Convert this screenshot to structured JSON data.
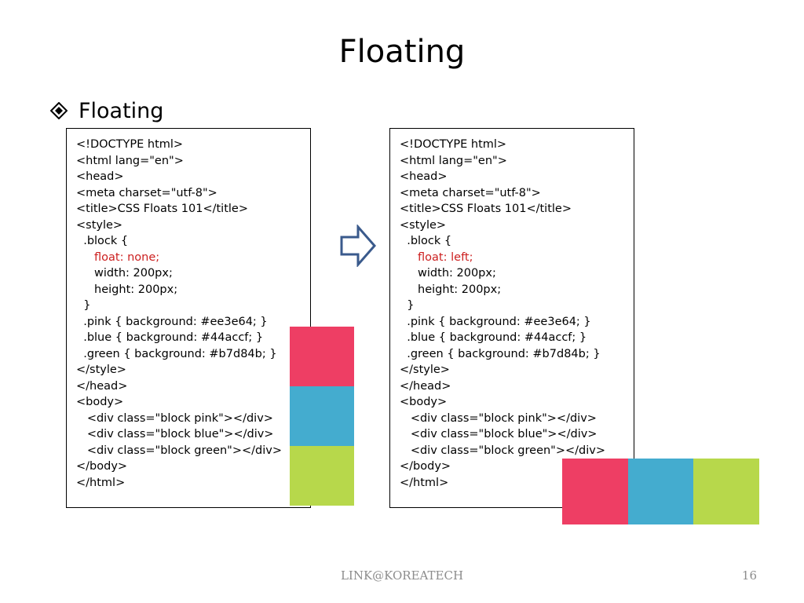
{
  "title": "Floating",
  "bullet": {
    "icon": "diamond-bullet-icon",
    "text": "Floating"
  },
  "left_code": [
    "<!DOCTYPE html>",
    "<html lang=\"en\">",
    "<head>",
    "<meta charset=\"utf-8\">",
    "<title>CSS Floats 101</title>",
    "<style>",
    "  .block {",
    "     float: none;",
    "     width: 200px;",
    "     height: 200px;",
    "  }",
    "  .pink { background: #ee3e64; }",
    "  .blue { background: #44accf; }",
    "  .green { background: #b7d84b; }",
    "</style>",
    "</head>",
    "<body>",
    "   <div class=\"block pink\"></div>",
    "   <div class=\"block blue\"></div>",
    "   <div class=\"block green\"></div>",
    "</body>",
    "</html>"
  ],
  "right_code": [
    "<!DOCTYPE html>",
    "<html lang=\"en\">",
    "<head>",
    "<meta charset=\"utf-8\">",
    "<title>CSS Floats 101</title>",
    "<style>",
    "  .block {",
    "     float: left;",
    "     width: 200px;",
    "     height: 200px;",
    "  }",
    "  .pink { background: #ee3e64; }",
    "  .blue { background: #44accf; }",
    "  .green { background: #b7d84b; }",
    "</style>",
    "</head>",
    "<body>",
    "   <div class=\"block pink\"></div>",
    "   <div class=\"block blue\"></div>",
    "   <div class=\"block green\"></div>",
    "</body>",
    "</html>"
  ],
  "highlight_line_index": 7,
  "colors": {
    "pink": "#ee3e64",
    "blue": "#44accf",
    "green": "#b7d84b",
    "highlight_text": "#cc1f1f",
    "arrow_stroke": "#3a5a8c"
  },
  "arrow_icon": "right-arrow-outline-icon",
  "footer": {
    "center": "LINK@KOREATECH",
    "page_number": "16"
  }
}
